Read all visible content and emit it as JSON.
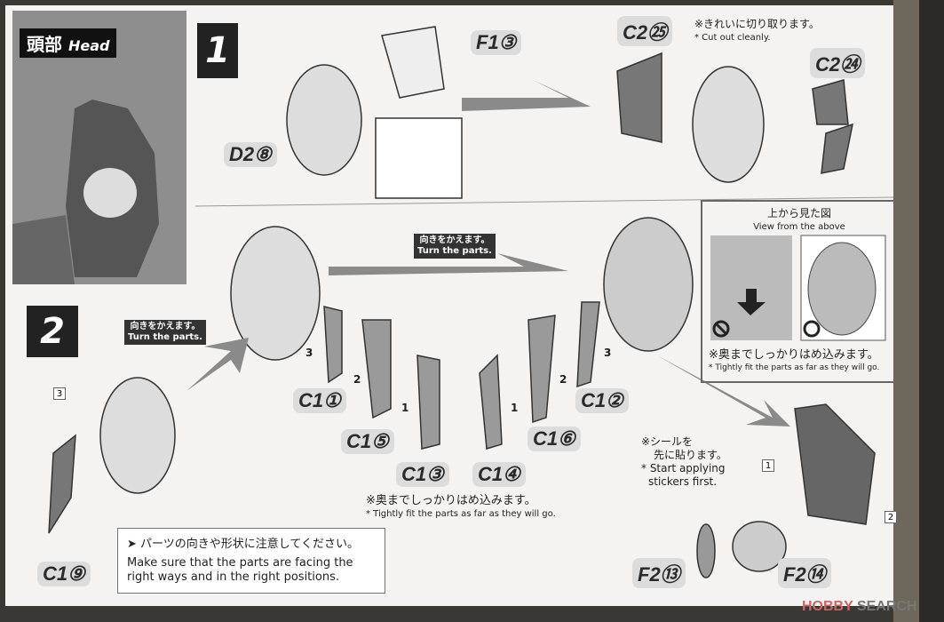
{
  "section": {
    "title_jp": "頭部",
    "title_en": "Head"
  },
  "steps": [
    "1",
    "2"
  ],
  "parts": {
    "f1": "F1③",
    "d2": "D2⑧",
    "c2a": "C2㉕",
    "c2b": "C2㉔",
    "c1a": "C1①",
    "c1e": "C1⑤",
    "c1c": "C1③",
    "c1d": "C1④",
    "c1f": "C1⑥",
    "c1b": "C1②",
    "c1i": "C1⑨",
    "f2a": "F2⑬",
    "f2b": "F2⑭"
  },
  "notes": {
    "cut_jp": "※きれいに切り取ります。",
    "cut_en": "* Cut out cleanly.",
    "turn_jp": "向きをかえます。",
    "turn_en": "Turn the parts.",
    "view_jp": "上から見た図",
    "view_en": "View from the above",
    "fit_jp": "※奥までしっかりはめ込みます。",
    "fit_en": "* Tightly fit the parts as far as they will go.",
    "sticker_jp1": "※シールを",
    "sticker_jp2": "先に貼ります。",
    "sticker_en1": "* Start applying",
    "sticker_en2": "stickers first.",
    "hint_jp": "パーツの向きや形状に注意してください。",
    "hint_en": "Make sure that the parts are facing the right ways and in the right positions."
  },
  "order": [
    "1",
    "2",
    "3"
  ],
  "stickers": [
    "1",
    "2",
    "3"
  ],
  "watermark": {
    "a": "HOBBY",
    "b": "SEARCH"
  }
}
